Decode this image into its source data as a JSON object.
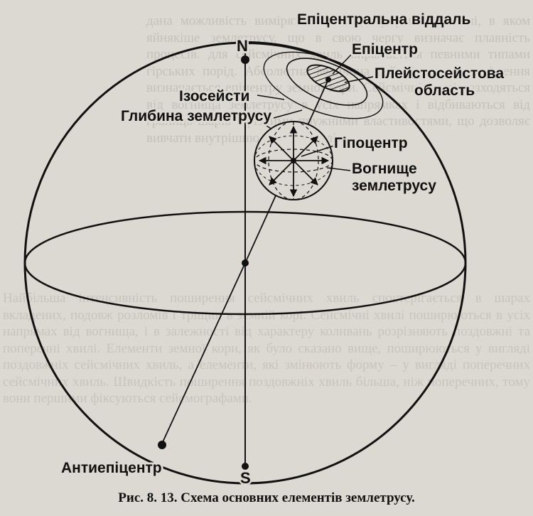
{
  "figure": {
    "labels": {
      "epicentral_distance": "Епіцентральна віддаль",
      "north": "N",
      "epicenter": "Епіцентр",
      "pleistoseist_area_line1": "Плейстосейстова",
      "pleistoseist_area_line2": "область",
      "isoseists": "Ізосейсти",
      "focal_depth": "Глибина землетрусу",
      "hypocenter": "Гіпоцентр",
      "focus_line1": "Вогнище",
      "focus_line2": "землетрусу",
      "antiepicenter": "Антиепіцентр",
      "south": "S"
    },
    "caption": "Рис. 8. 13. Схема основних елементів землетрусу."
  },
  "background_text": {
    "upper": "дана можливість виміряти чіткі будову регіону Землі, в яком яйнякіше землетрусу, що в свою чергу визначає плавність процесів. для сейсмічних хвиль виражається певними типами гірських порід. Абсолютна величина сейсмічного переміщення визначається епіцентру земної кори. Сейсмічні хвилі розходяться від вогнища землетрусу в усіх напрямках і відбиваються від границь шарів з різними пружними властивостями, що дозволяє вивчати внутрішню будову Землі.",
    "lower": "Найбільша інтенсивність поширення сейсмічних хвиль спостерігається в шарах вкладених, подовж розломів і тріщин в земній корі. Сейсмічні хвилі поширюються в усіх напрямах від вогнища, і в залежності від характеру коливань розрізняють поздовжні та поперечні хвилі. Елементи земної кори, як було сказано вище, поширюються у вигляді поздовжніх сейсмічних хвиль, а елементи, які змінюють форму – у вигляді поперечних сейсмічних хвиль. Швидкість поширення поздовжніх хвиль більша, ніж поперечних, тому вони першими фіксуються сейсмографами."
  }
}
